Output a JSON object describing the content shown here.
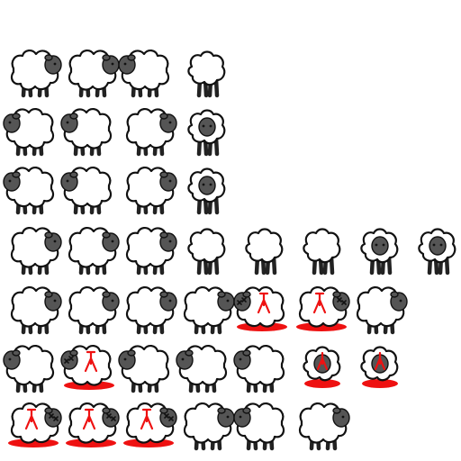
{
  "colors": {
    "background": "#ffffff",
    "outline": "#111111",
    "wool": "#ffffff",
    "head": "#555555",
    "leg": "#222222",
    "blood": "#ee1111"
  },
  "sprite_sheet": {
    "rows": [
      [
        {
          "pose": "walk-right"
        },
        {
          "pose": "walk-right"
        },
        {
          "pose": "walk-left"
        },
        {
          "pose": "back-view"
        }
      ],
      [
        {
          "pose": "walk-left"
        },
        {
          "pose": "walk-left"
        },
        {
          "pose": "walk-right"
        },
        {
          "pose": "front-view"
        }
      ],
      [
        {
          "pose": "walk-left"
        },
        {
          "pose": "walk-left"
        },
        {
          "pose": "walk-right"
        },
        {
          "pose": "front-view"
        }
      ],
      [
        {
          "pose": "walk-right"
        },
        {
          "pose": "walk-right"
        },
        {
          "pose": "walk-right"
        },
        {
          "pose": "back-view"
        },
        {
          "pose": "back-view"
        },
        {
          "pose": "back-view"
        },
        {
          "pose": "front-view"
        },
        {
          "pose": "front-view"
        }
      ],
      [
        {
          "pose": "walk-right"
        },
        {
          "pose": "walk-right"
        },
        {
          "pose": "walk-right"
        },
        {
          "pose": "walk-right"
        },
        {
          "pose": "dead-left"
        },
        {
          "pose": "dead-right"
        },
        {
          "pose": "walk-right"
        }
      ],
      [
        {
          "pose": "walk-left"
        },
        {
          "pose": "dead-left"
        },
        {
          "pose": "walk-left"
        },
        {
          "pose": "walk-left"
        },
        {
          "pose": "walk-left"
        },
        {
          "pose": "dead-front"
        },
        {
          "pose": "dead-front"
        }
      ],
      [
        {
          "pose": "dead-right"
        },
        {
          "pose": "dead-right"
        },
        {
          "pose": "dead-right"
        },
        {
          "pose": "walk-right"
        },
        {
          "pose": "walk-left"
        },
        {
          "pose": "walk-right"
        }
      ]
    ]
  }
}
